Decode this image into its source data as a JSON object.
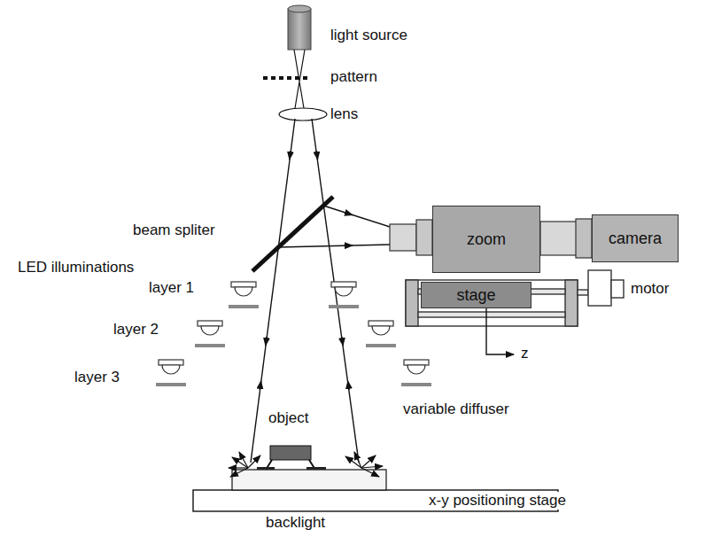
{
  "diagram": {
    "nodes": [
      {
        "text": [
          "zoom"
        ]
      },
      {
        "text": [
          "camera"
        ]
      },
      {
        "text": [
          "stage"
        ]
      }
    ],
    "labels": [
      "light source",
      "pattern",
      "lens",
      "beam spliter",
      "LED illuminations",
      "layer 1",
      "layer 2",
      "layer 3",
      "variable diffuser",
      "object",
      "x-y positioning stage",
      "backlight",
      "motor",
      "z"
    ]
  }
}
